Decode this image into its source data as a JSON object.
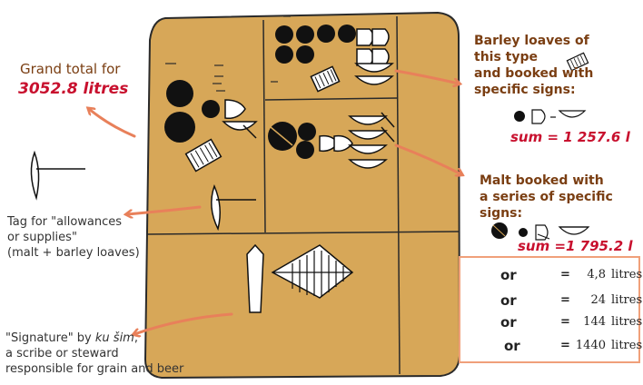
{
  "colors": {
    "tablet": "#d7a758",
    "arrow": "#e8805a",
    "brown_text": "#7a3e12",
    "red_text": "#c8102e"
  },
  "left": {
    "grand_total_label": "Grand total for",
    "grand_total_value": "3052.8 litres",
    "tag_lines": [
      "Tag for \"allowances",
      "or supplies\"",
      "(malt + barley loaves)"
    ],
    "signature_line1_prefix": "\"Signature\" by ",
    "signature_name": "ku šim",
    "signature_line1_suffix": ",",
    "signature_line2": "a scribe or steward",
    "signature_line3": "responsible for grain and beer"
  },
  "right": {
    "barley_lines": [
      "Barley loaves of",
      "this type",
      "and booked with",
      "specific signs:"
    ],
    "barley_sum": "sum = 1 257.6 l",
    "malt_lines": [
      "Malt booked with",
      "a series of specific",
      "signs:"
    ],
    "malt_sum": "sum =1 795.2 l"
  },
  "legend": {
    "or_word": "or",
    "equals": "=",
    "unit": "litres",
    "values": [
      "4,8",
      "24",
      "144",
      "1440"
    ]
  }
}
